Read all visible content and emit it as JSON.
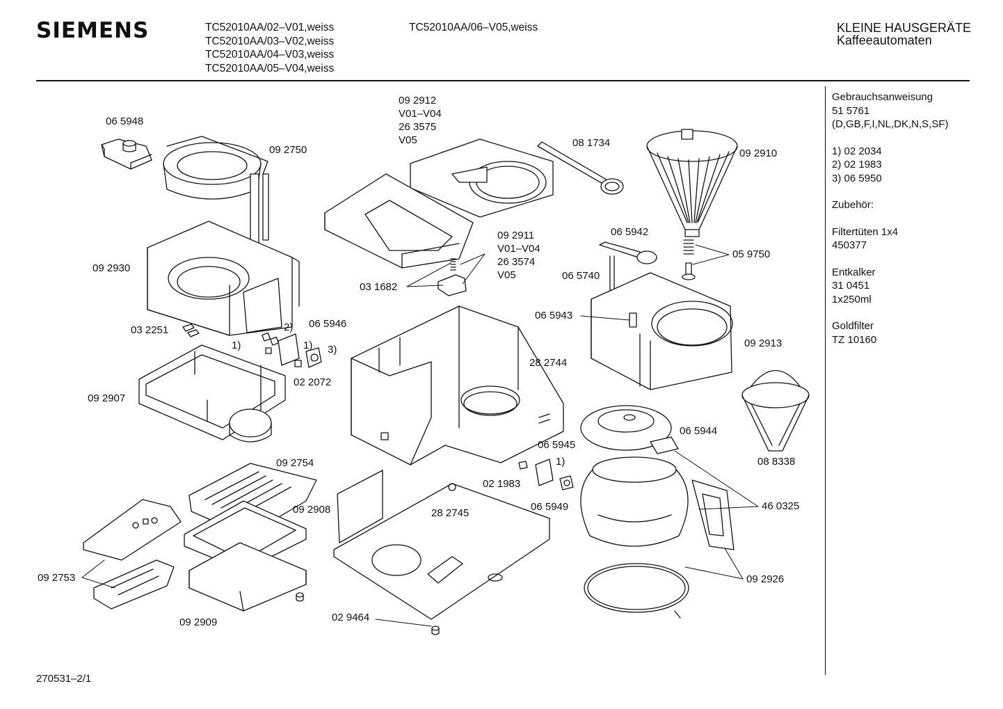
{
  "brand": "SIEMENS",
  "header": {
    "models_col1": [
      "TC52010AA/02–V01,weiss",
      "TC52010AA/03–V02,weiss",
      "TC52010AA/04–V03,weiss",
      "TC52010AA/05–V04,weiss"
    ],
    "models_col2": [
      "TC52010AA/06–V05,weiss"
    ],
    "category": "KLEINE HAUSGERÄTE",
    "subcategory": "Kaffeeautomaten"
  },
  "side_panel": {
    "manual_title": "Gebrauchsanweisung",
    "manual_number": "51 5761",
    "manual_languages": "(D,GB,F,I,NL,DK,N,S,SF)",
    "notes": [
      "1)  02 2034",
      "2)  02 1983",
      "3)  06 5950"
    ],
    "accessories_title": "Zubehör:",
    "filter_title": "Filtertüten 1x4",
    "filter_number": "450377",
    "descaler_title": "Entkalker",
    "descaler_number": "31 0451",
    "descaler_size": "1x250ml",
    "goldfilter_title": "Goldfilter",
    "goldfilter_number": "TZ 10160"
  },
  "footer": {
    "drawing_id": "270531–2/1"
  },
  "part_labels": {
    "p065948": "06 5948",
    "p092750": "09 2750",
    "p092930": "09 2930",
    "p032251": "03 2251",
    "p065946": "06 5946",
    "n1a": "1)",
    "n2a": "2)",
    "n1b": "1)",
    "n3a": "3)",
    "p022072": "02 2072",
    "p092907": "09 2907",
    "p092912": "09 2912",
    "p092912_v1": "V01–V04",
    "p092912_v2": "26 3575",
    "p092912_v3": "V05",
    "p081734": "08 1734",
    "p092911": "09 2911",
    "p092911_v1": "V01–V04",
    "p092911_v2": "26 3574",
    "p092911_v3": "V05",
    "p031682": "03 1682",
    "p282744": "28 2744",
    "p092910": "09 2910",
    "p065942": "06 5942",
    "p059750": "05 9750",
    "p065740": "06 5740",
    "p065943": "06 5943",
    "p092913": "09 2913",
    "p065944": "06 5944",
    "p088338": "08 8338",
    "p065945": "06 5945",
    "n1c": "1)",
    "p021983": "02 1983",
    "p065949": "06 5949",
    "p460325": "46 0325",
    "p092754": "09 2754",
    "p092908": "09 2908",
    "p282745": "28 2745",
    "p092753": "09 2753",
    "p092909": "09 2909",
    "p029464": "02 9464",
    "p092926": "09 2926"
  },
  "colors": {
    "ink": "#111111",
    "paper": "#ffffff",
    "shade": "#d9d9d9"
  }
}
